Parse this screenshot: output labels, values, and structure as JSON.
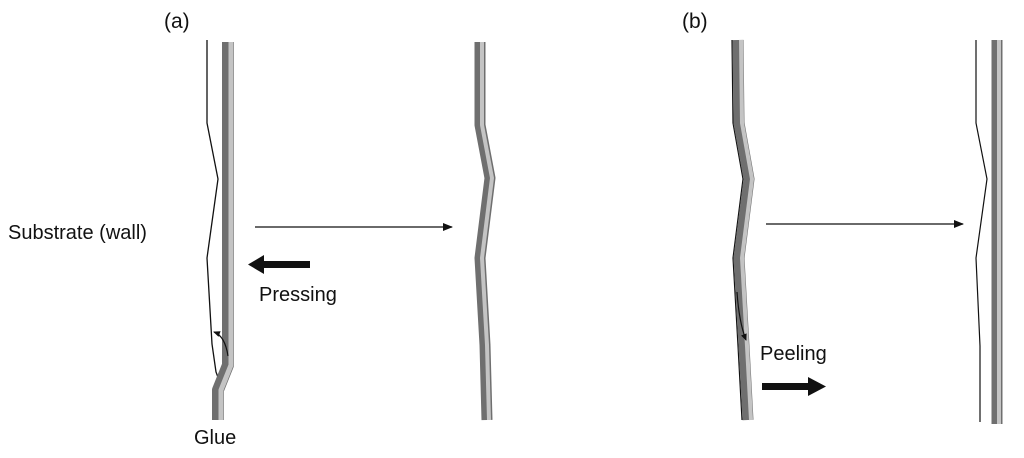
{
  "panels": [
    {
      "id": "a",
      "label": "(a)"
    },
    {
      "id": "b",
      "label": "(b)"
    }
  ],
  "labels": {
    "substrate": "Substrate (wall)",
    "pressing": "Pressing",
    "glue": "Glue",
    "peeling": "Peeling"
  },
  "colors": {
    "line": "#111111",
    "strip_dark": "#7a7a7a",
    "strip_light": "#bdbdbd",
    "background": "#ffffff"
  }
}
